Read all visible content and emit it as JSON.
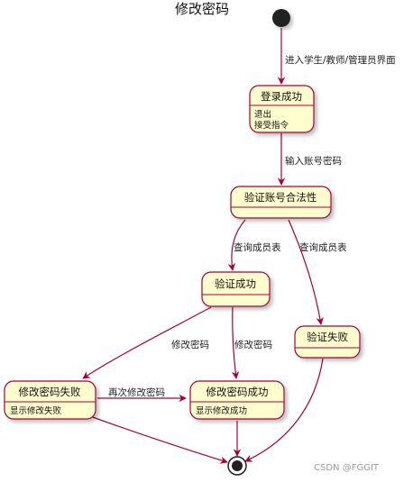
{
  "title": "修改密码",
  "states": {
    "login": {
      "name": "登录成功",
      "actions": [
        "退出",
        "接受指令"
      ]
    },
    "validate": {
      "name": "验证账号合法性"
    },
    "verify_ok": {
      "name": "验证成功"
    },
    "verify_fail": {
      "name": "验证失败"
    },
    "change_fail": {
      "name": "修改密码失败",
      "actions": [
        "显示修改失败"
      ]
    },
    "change_ok": {
      "name": "修改密码成功",
      "actions": [
        "显示修改成功"
      ]
    }
  },
  "transitions": {
    "enter": "进入学生/教师/管理员界面",
    "input": "输入账号密码",
    "query1": "查询成员表",
    "query2": "查询成员表",
    "modify1": "修改密码",
    "modify2": "修改密码",
    "retry": "再次修改密码"
  },
  "colors": {
    "state_fill": "#fefece",
    "state_border": "#a80036",
    "edge": "#a80036"
  },
  "watermark": "CSDN @FGGIT"
}
